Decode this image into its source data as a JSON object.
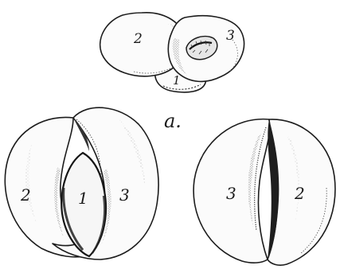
{
  "figure_label": "a.",
  "top_figure": {
    "labels": [
      "2",
      "3",
      "1"
    ]
  },
  "left_figure": {
    "labels": [
      "2",
      "1",
      "3"
    ]
  },
  "right_figure": {
    "labels": [
      "3",
      "2"
    ]
  },
  "colors": {
    "ink": "#1c1c1c",
    "paper": "#ffffff",
    "shade": "#8a8a8a"
  }
}
